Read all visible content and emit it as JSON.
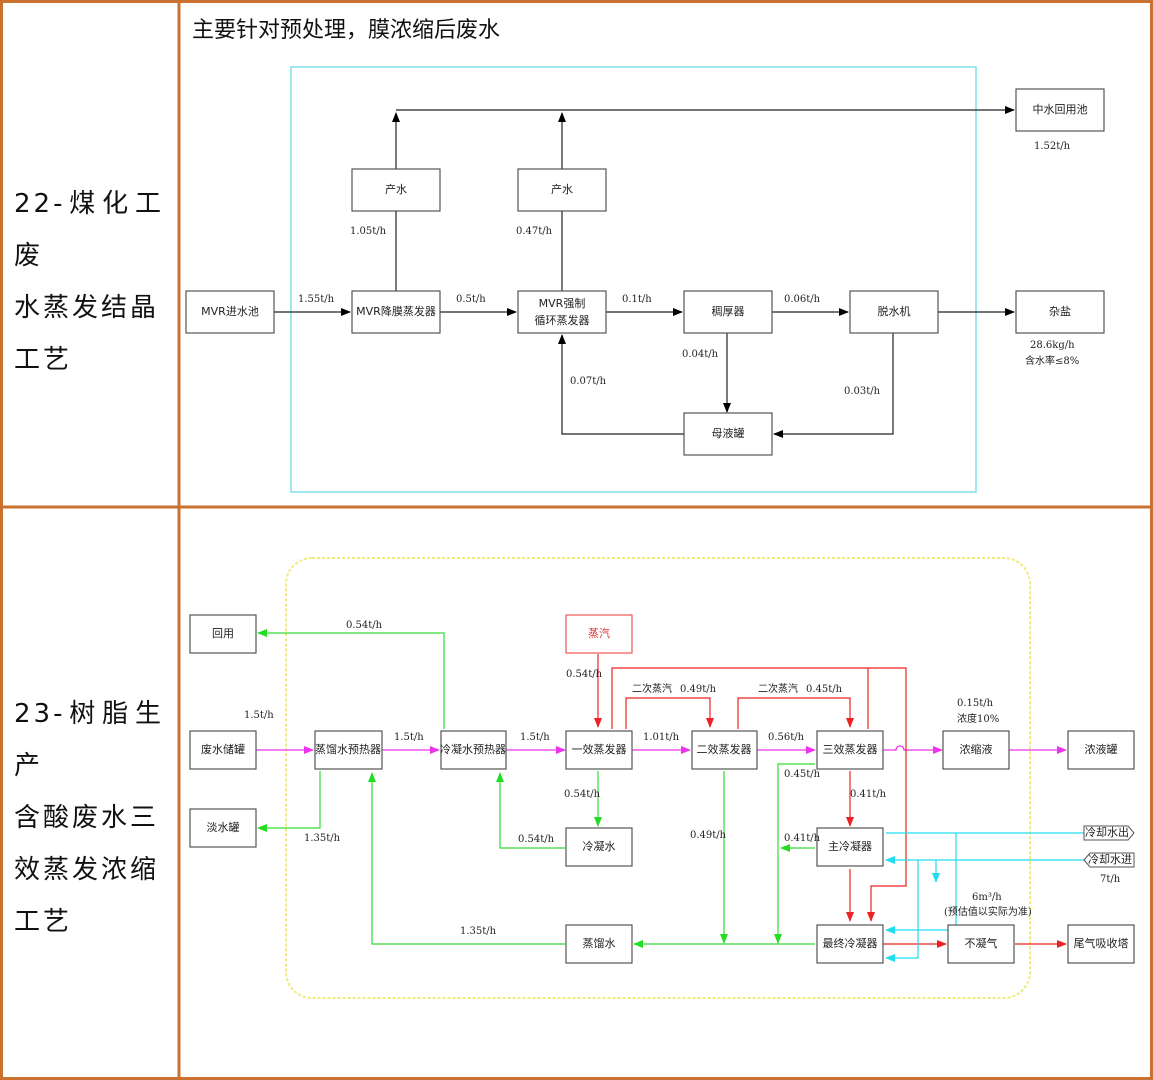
{
  "rows": [
    {
      "label_lines": [
        "22-煤化工废",
        "水蒸发结晶",
        "工艺"
      ]
    },
    {
      "label_lines": [
        "23-树脂生产",
        "含酸废水三",
        "效蒸发浓缩",
        "工艺"
      ]
    }
  ],
  "diagram1": {
    "heading": "主要针对预处理，膜浓缩后废水",
    "boxes": {
      "inlet": "MVR进水池",
      "falling": "MVR降膜蒸发器",
      "forced_l1": "MVR强制",
      "forced_l2": "循环蒸发器",
      "thick": "稠厚器",
      "dewater": "脱水机",
      "salt": "杂盐",
      "prod1": "产水",
      "prod2": "产水",
      "reuse": "中水回用池",
      "mother": "母液罐"
    },
    "flows": {
      "f_in": "1.55t/h",
      "f_conc1": "0.5t/h",
      "f_conc2": "0.1t/h",
      "f_conc3": "0.06t/h",
      "f_prod1": "1.05t/h",
      "f_prod2": "0.47t/h",
      "f_reuse": "1.52t/h",
      "f_thick_mother": "0.04t/h",
      "f_mother_back": "0.07t/h",
      "f_dewater_mother": "0.03t/h",
      "salt_rate": "28.6kg/h",
      "salt_moisture": "含水率≤8%"
    }
  },
  "diagram2": {
    "boxes": {
      "reuse": "回用",
      "tank": "废水储罐",
      "fresh": "淡水罐",
      "distil_pre": "蒸馏水预热器",
      "cond_pre": "冷凝水预热器",
      "steam": "蒸汽",
      "eff1": "一效蒸发器",
      "eff2": "二效蒸发器",
      "eff3": "三效蒸发器",
      "conc": "浓缩液",
      "conc_tank": "浓液罐",
      "condwater": "冷凝水",
      "main_cond": "主冷凝器",
      "final_cond": "最终冷凝器",
      "distilled": "蒸馏水",
      "noncond": "不凝气",
      "tail": "尾气吸收塔",
      "cw_out": "冷却水出",
      "cw_in": "冷却水进"
    },
    "flows": {
      "f_054_reuse": "0.54t/h",
      "f_in": "1.5t/h",
      "f_a": "1.5t/h",
      "f_b": "1.5t/h",
      "f_135_fresh": "1.35t/h",
      "f_steam": "0.54t/h",
      "sec_steam1": "二次蒸汽",
      "sec_steam1_v": "0.49t/h",
      "sec_steam2": "二次蒸汽",
      "sec_steam2_v": "0.45t/h",
      "f_101": "1.01t/h",
      "f_056": "0.56t/h",
      "f_conc": "0.15t/h",
      "conc_pct": "浓度10%",
      "f_eff1_cond": "0.54t/h",
      "f_cond_back": "0.54t/h",
      "f_045": "0.45t/h",
      "f_041": "0.41t/h",
      "f_041b": "0.41t/h",
      "f_049": "0.49t/h",
      "f_135_distil": "1.35t/h",
      "gas_rate": "6m³/h",
      "gas_note": "(预估值以实际为准)",
      "cw_rate": "7t/h"
    }
  }
}
